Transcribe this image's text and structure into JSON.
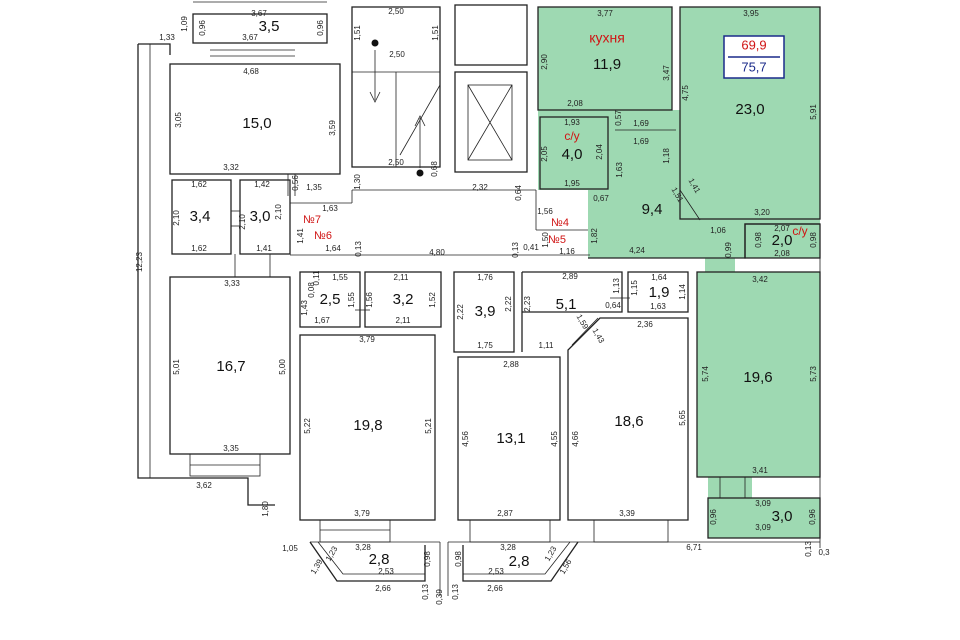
{
  "colors": {
    "fill": "#9ED9B2",
    "wall": "#222222",
    "label": "#D01414"
  },
  "labels": {
    "kitchen": "кухня",
    "wc1": "с/у",
    "wc2": "с/у",
    "n7": "№7",
    "n6": "№6",
    "n4": "№4",
    "n5": "№5"
  },
  "badge": {
    "living": "69,9",
    "total": "75,7"
  },
  "rooms": [
    {
      "id": "r35",
      "area": "3,5",
      "green": false
    },
    {
      "id": "r150",
      "area": "15,0",
      "green": false
    },
    {
      "id": "r34",
      "area": "3,4",
      "green": false
    },
    {
      "id": "r30a",
      "area": "3,0",
      "green": false
    },
    {
      "id": "r167",
      "area": "16,7",
      "green": false
    },
    {
      "id": "r25",
      "area": "2,5",
      "green": false
    },
    {
      "id": "r32",
      "area": "3,2",
      "green": false
    },
    {
      "id": "r39",
      "area": "3,9",
      "green": false
    },
    {
      "id": "r51",
      "area": "5,1",
      "green": false
    },
    {
      "id": "r19",
      "area": "1,9",
      "green": false
    },
    {
      "id": "r198",
      "area": "19,8",
      "green": false
    },
    {
      "id": "r131",
      "area": "13,1",
      "green": false
    },
    {
      "id": "r186",
      "area": "18,6",
      "green": false
    },
    {
      "id": "r28a",
      "area": "2,8",
      "green": false
    },
    {
      "id": "r28b",
      "area": "2,8",
      "green": false
    },
    {
      "id": "r119",
      "area": "11,9",
      "green": true
    },
    {
      "id": "r230",
      "area": "23,0",
      "green": true
    },
    {
      "id": "r40",
      "area": "4,0",
      "green": true
    },
    {
      "id": "r94",
      "area": "9,4",
      "green": true
    },
    {
      "id": "r20",
      "area": "2,0",
      "green": true
    },
    {
      "id": "r196",
      "area": "19,6",
      "green": true
    },
    {
      "id": "r30b",
      "area": "3,0",
      "green": true
    }
  ],
  "dims": [
    "3,67",
    "0,96",
    "1,09",
    "0,96",
    "3,67",
    "1,33",
    "4,68",
    "3,05",
    "3,59",
    "3,32",
    "0,56",
    "1,35",
    "1,62",
    "1,42",
    "2,10",
    "2,10",
    "2,10",
    "1,62",
    "1,41",
    "12,23",
    "1,63",
    "1,41",
    "1,64",
    "0,13",
    "4,80",
    "3,33",
    "0,08",
    "0,11",
    "1,55",
    "2,11",
    "1,43",
    "1,55",
    "1,56",
    "1,52",
    "1,67",
    "2,11",
    "5,01",
    "5,00",
    "3,35",
    "3,62",
    "1,80",
    "1,05",
    "1,39",
    "1,23",
    "3,79",
    "5,22",
    "5,21",
    "3,79",
    "3,28",
    "0,98",
    "2,53",
    "2,66",
    "0,13",
    "0,39",
    "0,13",
    "0,98",
    "3,28",
    "2,53",
    "1,23",
    "2,66",
    "1,56",
    "2,50",
    "1,51",
    "2,50",
    "1,51",
    "1,30",
    "2,50",
    "0,68",
    "2,32",
    "0,64",
    "3,77",
    "2,90",
    "3,47",
    "2,08",
    "0,57",
    "1,69",
    "1,93",
    "1,69",
    "2,05",
    "2,04",
    "1,63",
    "1,95",
    "1,18",
    "1,41",
    "0,67",
    "1,51",
    "1,56",
    "0,13",
    "0,41",
    "1,50",
    "1,82",
    "1,16",
    "2,89",
    "4,24",
    "1,06",
    "2,07",
    "0,98",
    "0,99",
    "0,98",
    "2,08",
    "3,95",
    "4,75",
    "5,91",
    "3,20",
    "1,76",
    "2,22",
    "2,22",
    "2,23",
    "1,75",
    "1,13",
    "1,15",
    "1,64",
    "1,14",
    "1,63",
    "0,64",
    "1,59",
    "1,43",
    "2,36",
    "1,11",
    "2,88",
    "4,56",
    "4,55",
    "4,66",
    "5,65",
    "2,87",
    "3,39",
    "3,42",
    "5,74",
    "5,73",
    "3,41",
    "3,09",
    "0,96",
    "0,96",
    "3,09",
    "6,71",
    "0,13",
    "0,3"
  ]
}
